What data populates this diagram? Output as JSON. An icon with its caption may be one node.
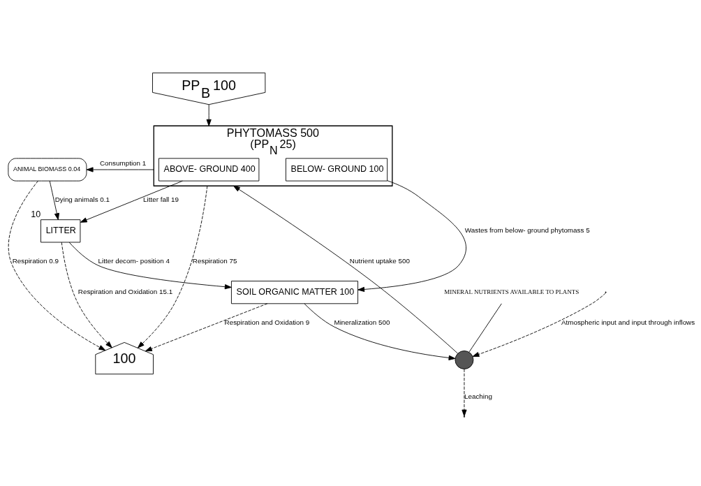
{
  "diagram": {
    "nodes": [
      {
        "text": [
          "PHYTOMASS 500",
          "(PP$_{N}$ 25)"
        ]
      },
      {
        "text": [
          "ABOVE- GROUND 400"
        ],
        "in": 0
      },
      {
        "text": [
          "BELOW- GROUND 100"
        ],
        "in": 0
      },
      {
        "text": [
          "PP$_{B}$ 100"
        ]
      },
      {
        "text": [
          "100"
        ]
      },
      {
        "text": [
          "ANIMAL BIOMASS 0.04"
        ]
      },
      {
        "text": [
          "LITTER"
        ],
        "beside": [
          "10"
        ]
      },
      {
        "text": [
          "SOIL ORGANIC MATTER 100"
        ]
      },
      {
        "text": [],
        "shape": "circle"
      },
      {
        "text": [
          "MINERAL NUTRIENTS AVAILABLE TO PLANTS"
        ]
      }
    ],
    "edges": [
      {
        "from": 3,
        "to": 0,
        "arrow": "to"
      },
      {
        "from": 0,
        "to": 4,
        "arrow": "to",
        "label": "Respiration 75",
        "style": "dashed"
      },
      {
        "from": 0,
        "to": 5,
        "arrow": "to",
        "label": "Consumption 1"
      },
      {
        "from": 1,
        "to": 6,
        "arrow": "to",
        "label": "Litter fall 19"
      },
      {
        "from": 2,
        "to": 7,
        "arrow": "to",
        "label": "Wastes from below- ground phytomass 5"
      },
      {
        "from": 5,
        "to": 6,
        "arrow": "to",
        "label": "Dying animals 0.1"
      },
      {
        "from": 5,
        "to": 4,
        "arrow": "to",
        "label": "Respiration 0.9",
        "style": "dashed"
      },
      {
        "from": 6,
        "to": 4,
        "arrow": "to",
        "label": "Respiration and Oxidation 15.1",
        "style": "dashed"
      },
      {
        "from": 6,
        "to": 7,
        "arrow": "to",
        "label": "Litter decom- position 4"
      },
      {
        "from": 7,
        "to": 4,
        "arrow": "to",
        "label": "Respiration and Oxidation 9",
        "style": "dashed"
      },
      {
        "from": 7,
        "to": 8,
        "arrow": "to",
        "label": "Mineralization 500"
      },
      {
        "from": 8,
        "to": 0,
        "arrow": "to",
        "label": "Nutrient uptake 500"
      },
      {
        "from": 9,
        "to": 8,
        "arrow": "none"
      },
      {
        "from": null,
        "to": 8,
        "arrow": "to",
        "label": "Atmospheric input and input through inflows",
        "style": "dashed"
      },
      {
        "from": 8,
        "to": null,
        "arrow": "to",
        "label": "Leaching",
        "style": "dashed"
      }
    ]
  }
}
